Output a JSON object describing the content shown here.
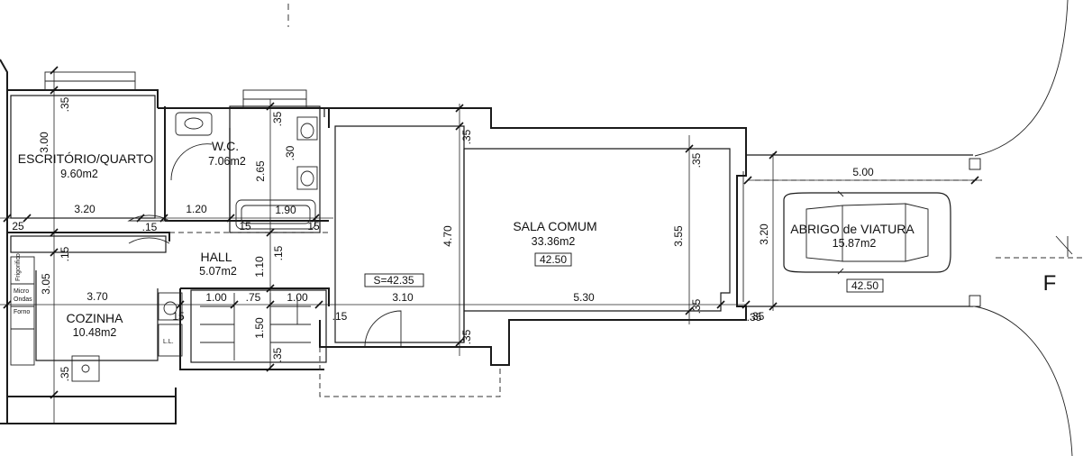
{
  "rooms": {
    "escritorio": {
      "name": "ESCRITÓRIO/QUARTO",
      "area": "9.60m2"
    },
    "wc": {
      "name": "W.C.",
      "area": "7.06m2"
    },
    "sala": {
      "name": "SALA COMUM",
      "area": "33.36m2",
      "tag": "42.50"
    },
    "abrigo": {
      "name": "ABRIGO de VIATURA",
      "area": "15.87m2",
      "tag": "42.50"
    },
    "hall": {
      "name": "HALL",
      "area": "5.07m2"
    },
    "cozinha": {
      "name": "COZINHA",
      "area": "10.48m2"
    }
  },
  "dims": {
    "esc_h": "3.00",
    "esc_w": "3.20",
    "esc_wall": ".35",
    "left_25": "25",
    "door_15": ".15",
    "hall_w": "1.20",
    "wc_h": "2.65",
    "wc_v30": ".30",
    "wc_v35": ".35",
    "bath_w": "1.90",
    "bath_15a": "15",
    "bath_15b": "15",
    "hall_v15": ".15",
    "hall_h": "1.10",
    "sala_top35": ".35",
    "sala_h": "4.70",
    "sala_inner35": ".35",
    "sala_355": "3.55",
    "sala_530": "5.30",
    "sala_bot35": ".35",
    "sala_right35": ".35",
    "stair_100a": "1.00",
    "stair_75": ".75",
    "stair_100b": "1.00",
    "stair_15": ".15",
    "stair_310": "3.10",
    "stair_150": "1.50",
    "stair_35": ".35",
    "sala_35_bottom": ".35",
    "coz_h": "3.05",
    "coz_w": "3.70",
    "coz_15v": ".15",
    "coz_35": ".35",
    "coz_15h": "15",
    "car_w": "5.00",
    "car_h": "3.20",
    "car_35": ".35"
  },
  "labels": {
    "s_box": "S=42.35",
    "frigorifico": "Frigorifico",
    "micro": "Micro",
    "ondas": "Ondas",
    "forno": "Forno",
    "ll": "L.L.",
    "section": "F"
  }
}
